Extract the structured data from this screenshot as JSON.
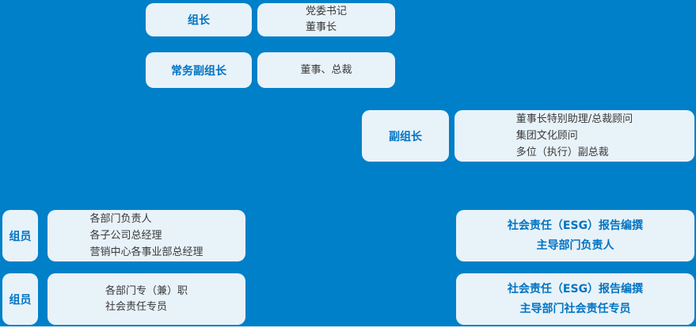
{
  "colors": {
    "background": "#0080C8",
    "box_background": "#E8F2F9",
    "label_text": "#0074C2",
    "body_text": "#3A3A3A"
  },
  "org_chart": {
    "rows": [
      {
        "label": "组长",
        "desc_lines": [
          "党委书记",
          "董事长"
        ]
      },
      {
        "label": "常务副组长",
        "desc_lines": [
          "董事、总裁"
        ]
      },
      {
        "label": "副组长",
        "desc_lines": [
          "董事长特别助理/总裁顾问",
          "集团文化顾问",
          "多位（执行）副总裁"
        ]
      },
      {
        "label": "组员",
        "desc_lines": [
          "各部门负责人",
          "各子公司总经理",
          "营销中心各事业部总经理"
        ],
        "right_lines": [
          "社会责任（ESG）报告编撰",
          "主导部门负责人"
        ]
      },
      {
        "label": "组员",
        "desc_lines": [
          "各部门专（兼）职",
          "社会责任专员"
        ],
        "right_lines": [
          "社会责任（ESG）报告编撰",
          "主导部门社会责任专员"
        ]
      }
    ]
  }
}
